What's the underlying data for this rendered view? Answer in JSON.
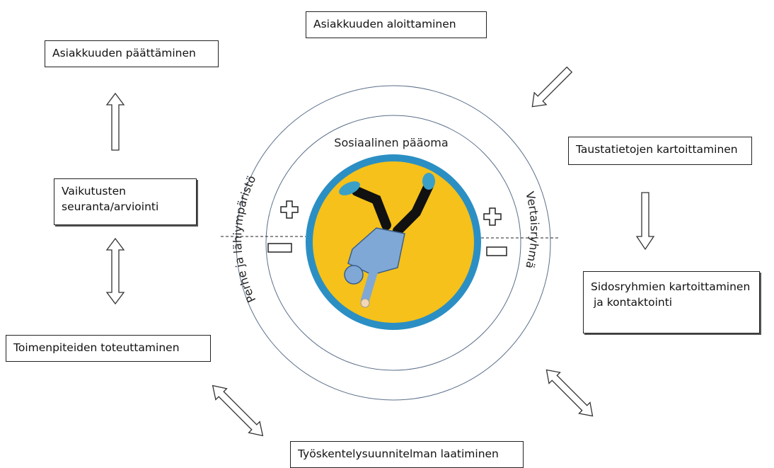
{
  "steps": {
    "start": "Asiakkuuden aloittaminen",
    "background": "Taustatietojen kartoittaminen",
    "stakeholders_line1": "Sidosryhmien kartoittaminen",
    "stakeholders_line2": "ja kontaktointi",
    "plan": "Työskentelysuunnitelman laatiminen",
    "actions": "Toimenpiteiden toteuttaminen",
    "evaluation_line1": "Vaikutusten",
    "evaluation_line2": "seuranta/arviointi",
    "end": "Asiakkuuden päättäminen"
  },
  "circle": {
    "inner_label": "Sosiaalinen pääoma",
    "left_label": "Perhe ja lähiympäristö",
    "right_label": "Vertaisryhmä"
  },
  "colors": {
    "ring": "#2b8fc4",
    "disc": "#f5c11a",
    "hoodie": "#7fa8d6",
    "pants": "#111111",
    "shoes": "#3aa0c8"
  },
  "icons": [
    "plus-icon",
    "minus-icon",
    "breakdancer-icon"
  ]
}
